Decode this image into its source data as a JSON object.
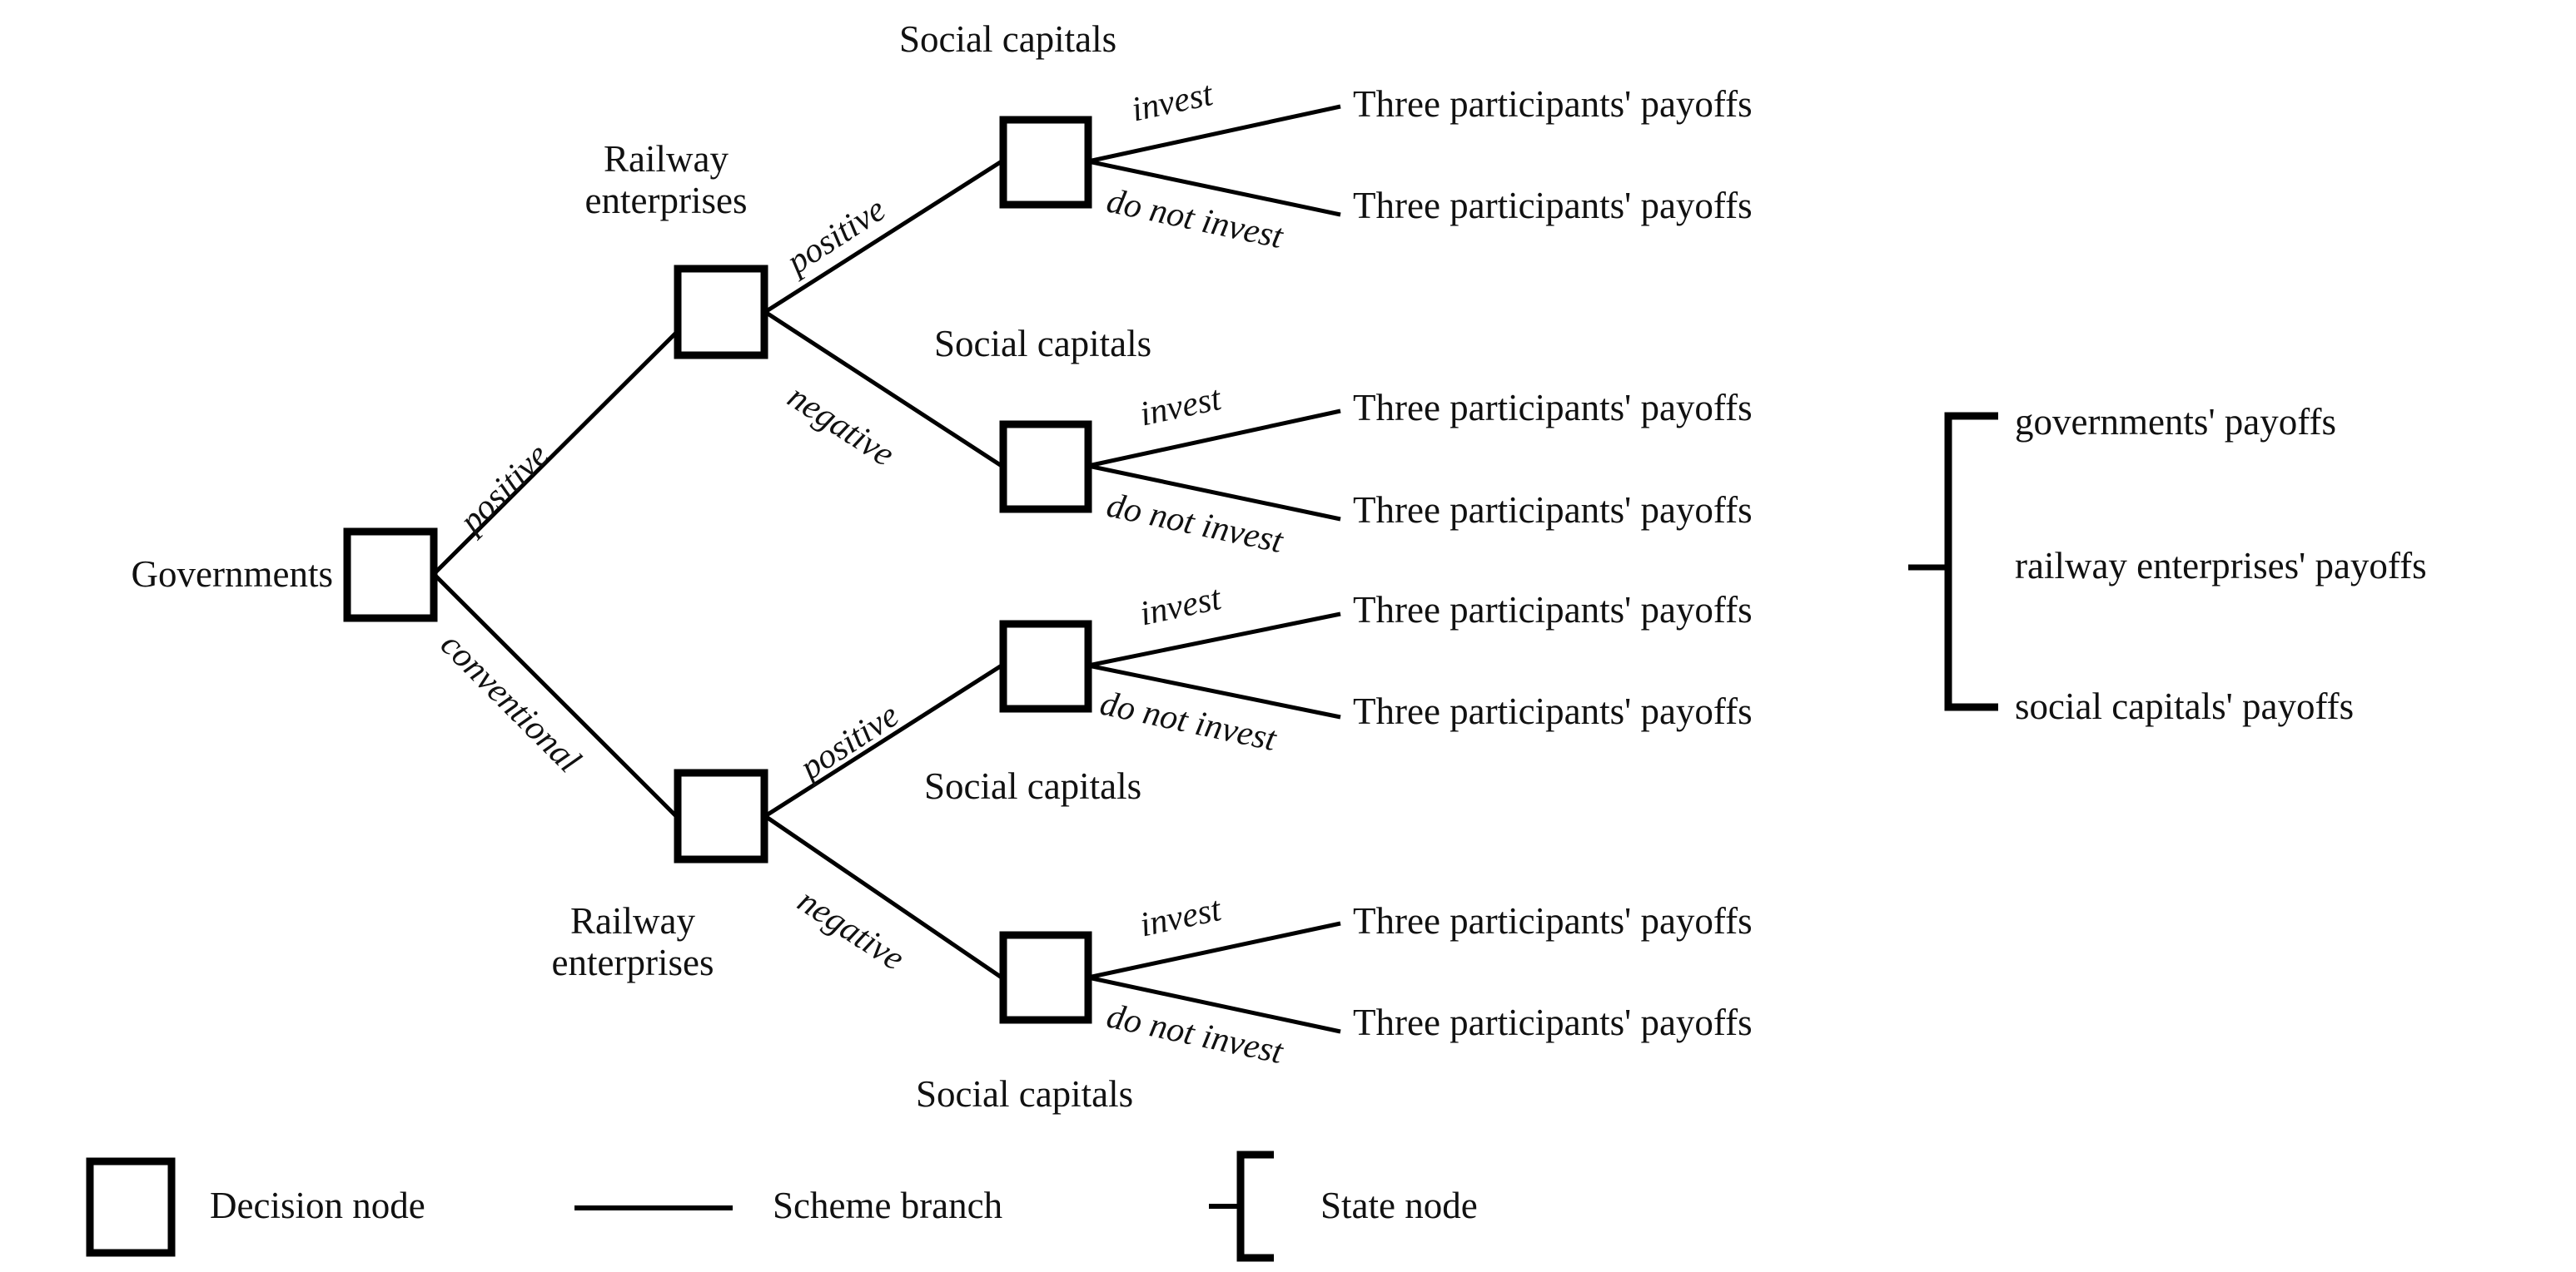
{
  "diagram": {
    "type": "decision-tree",
    "root": {
      "actor": "Governments",
      "children": [
        {
          "branch_label": "positive"
        },
        {
          "branch_label": "conventional"
        }
      ]
    },
    "actors": {
      "governments": "Governments",
      "railway_enterprises": "Railway\nenterprises",
      "railway_enterprises_line1": "Railway",
      "railway_enterprises_line2": "enterprises",
      "social_capitals": "Social capitals"
    },
    "branch_labels": {
      "positive": "positive",
      "negative": "negative",
      "conventional": "conventional",
      "invest": "invest",
      "do_not_invest": "do not invest"
    },
    "leaf_label": "Three participants' payoffs",
    "nodes": [
      {
        "id": "n-gov",
        "actor": "Governments",
        "level": 1
      },
      {
        "id": "n-rail-top",
        "actor": "Railway enterprises",
        "level": 2
      },
      {
        "id": "n-rail-bottom",
        "actor": "Railway enterprises",
        "level": 2
      },
      {
        "id": "n-sc-1",
        "actor": "Social capitals",
        "level": 3
      },
      {
        "id": "n-sc-2",
        "actor": "Social capitals",
        "level": 3
      },
      {
        "id": "n-sc-3",
        "actor": "Social capitals",
        "level": 3
      },
      {
        "id": "n-sc-4",
        "actor": "Social capitals",
        "level": 3
      }
    ],
    "leaves": [
      "Three participants' payoffs",
      "Three participants' payoffs",
      "Three participants' payoffs",
      "Three participants' payoffs",
      "Three participants' payoffs",
      "Three participants' payoffs",
      "Three participants' payoffs",
      "Three participants' payoffs"
    ],
    "state_node": {
      "items": [
        "governments' payoffs",
        "railway enterprises' payoffs",
        "social capitals' payoffs"
      ]
    },
    "legend": {
      "decision_node": "Decision node",
      "scheme_branch": "Scheme branch",
      "state_node": "State node"
    },
    "colors": {
      "stroke": "#000000",
      "node_fill": "#ffffff",
      "background": "#ffffff",
      "text": "#111111"
    }
  }
}
